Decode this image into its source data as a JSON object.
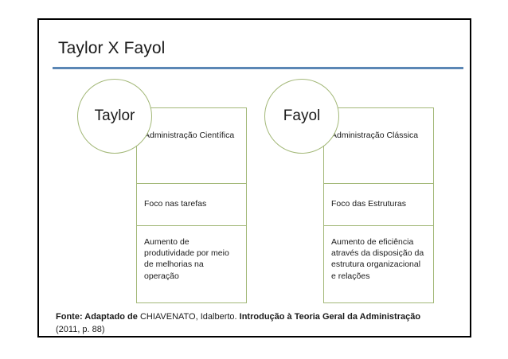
{
  "slide": {
    "title": "Taylor X Fayol",
    "accent_color": "#5b87b5",
    "box_border_color": "#a3b878",
    "border_color": "#000000"
  },
  "diagram": {
    "columns": [
      {
        "key": "taylor",
        "circle_label": "Taylor",
        "cells": [
          "Administração Científica",
          "Foco nas tarefas",
          "Aumento de produtividade por meio de melhorias na operação"
        ]
      },
      {
        "key": "fayol",
        "circle_label": "Fayol",
        "cells": [
          "Administração Clássica",
          "Foco das Estruturas",
          "Aumento de eficiência através da disposição da estrutura organizacional e relações"
        ]
      }
    ]
  },
  "source_note": {
    "lead": "Fonte: Adaptado de",
    "author": "CHIAVENATO, Idalberto.",
    "work": "Introdução à Teoria Geral da Administração",
    "edition": "(2011, p. 88)"
  }
}
